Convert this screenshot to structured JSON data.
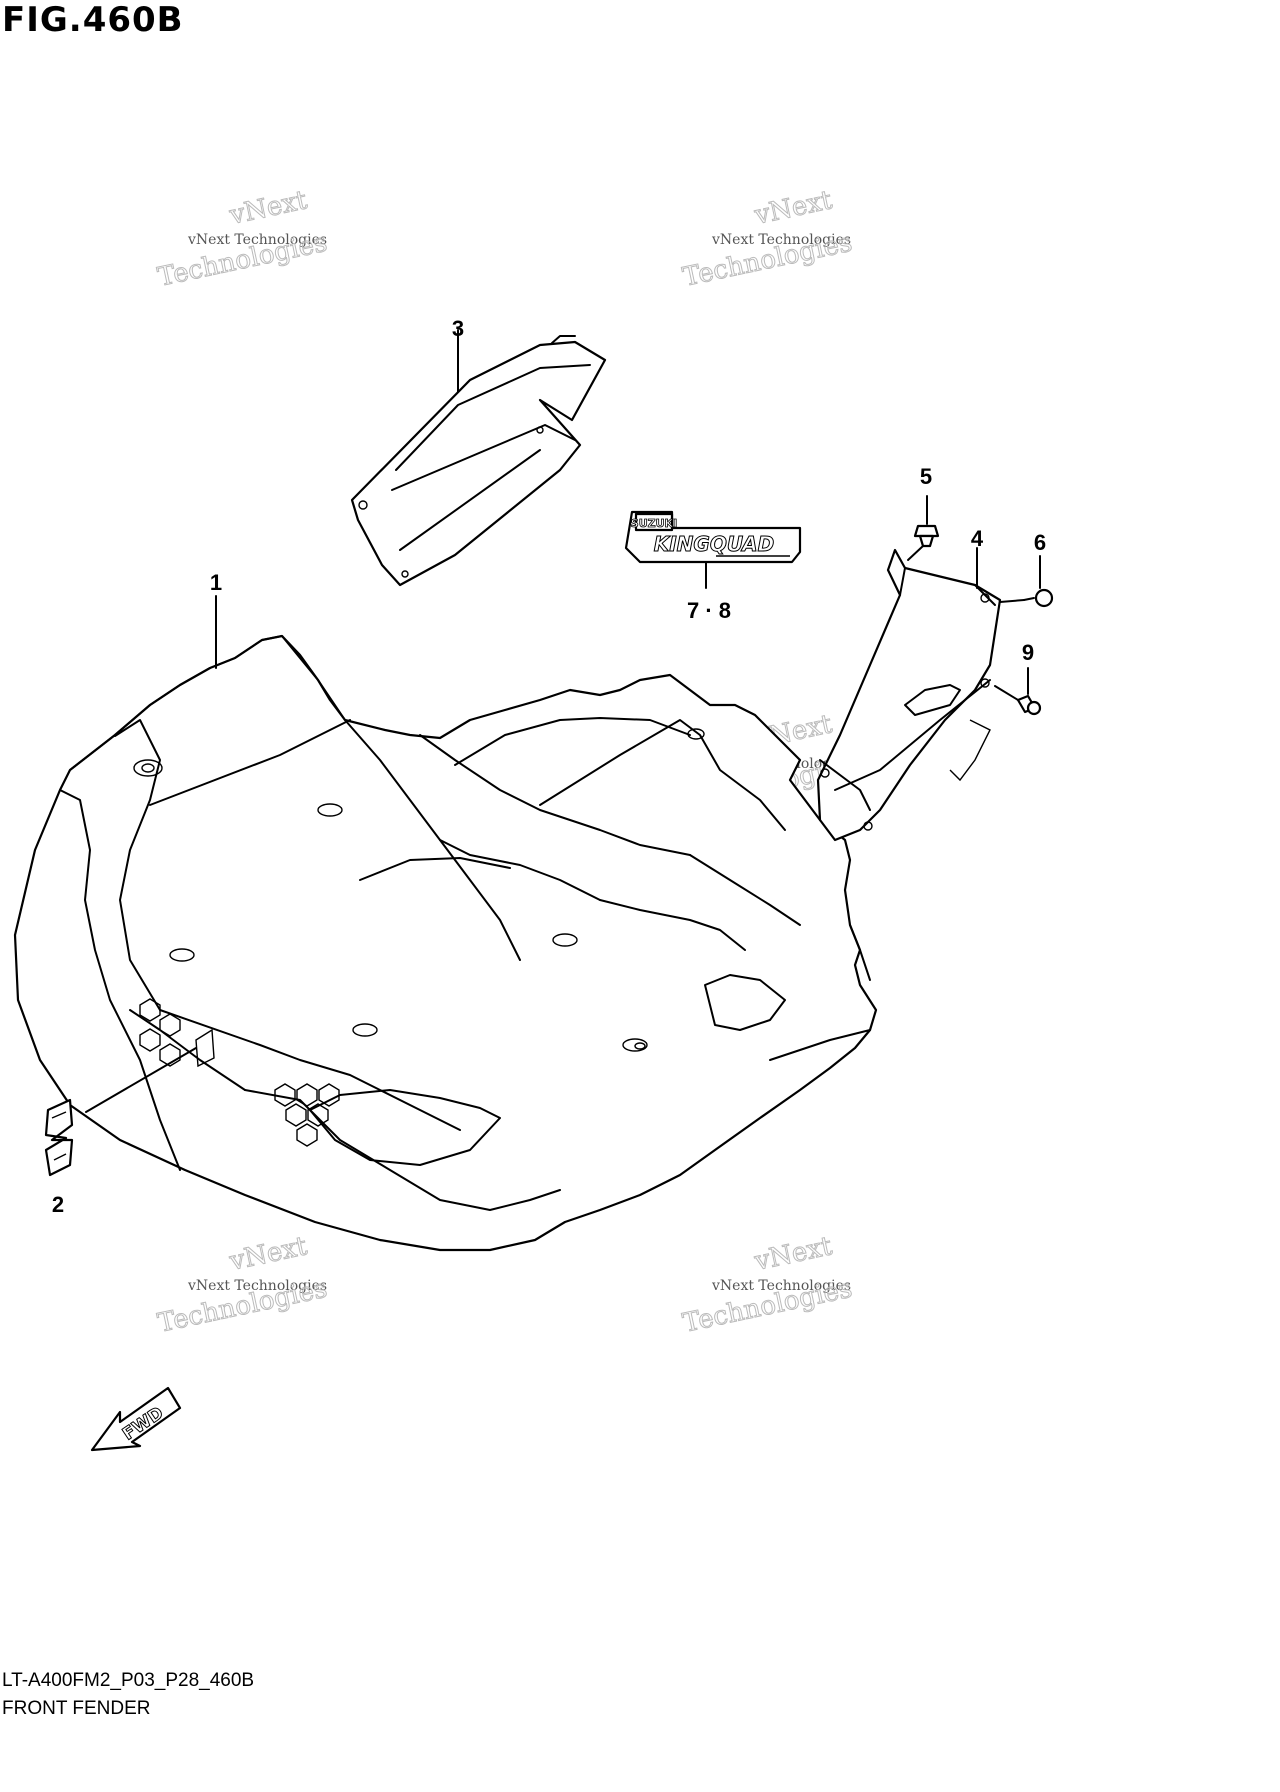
{
  "figure": {
    "title": "FIG.460B",
    "code": "LT-A400FM2_P03_P28_460B",
    "name": "FRONT FENDER"
  },
  "callouts": [
    "1",
    "2",
    "3",
    "4",
    "5",
    "6",
    "7 · 8",
    "9"
  ],
  "emblem": {
    "brand": "SUZUKI",
    "model": "KINGQUAD"
  },
  "direction_marker": "FWD",
  "watermark": {
    "small": "vNext Technologies",
    "big": "Technologies",
    "tiny": "vNext"
  }
}
